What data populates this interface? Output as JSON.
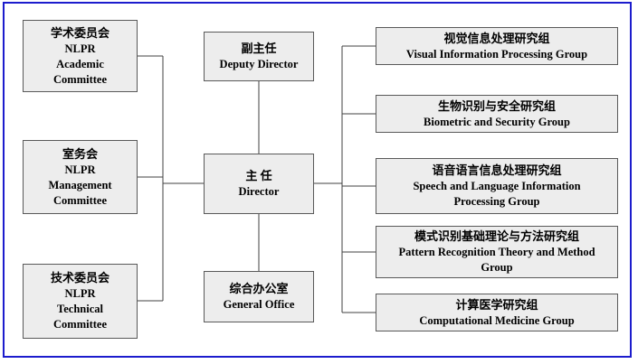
{
  "colors": {
    "frame_border": "#1c1ccd",
    "box_bg": "#ededed",
    "box_border": "#595959",
    "wire": "#404040"
  },
  "boxes": {
    "academic": {
      "lines": [
        "学术委员会",
        "NLPR",
        "Academic",
        "Committee"
      ]
    },
    "management": {
      "lines": [
        "室务会",
        "NLPR",
        "Management",
        "Committee"
      ]
    },
    "technical": {
      "lines": [
        "技术委员会",
        "NLPR",
        "Technical",
        "Committee"
      ]
    },
    "deputy_director": {
      "lines": [
        "副主任",
        "Deputy Director"
      ]
    },
    "director": {
      "lines": [
        "主  任",
        "Director"
      ]
    },
    "general_office": {
      "lines": [
        "综合办公室",
        "General Office"
      ]
    },
    "visual": {
      "lines": [
        "视觉信息处理研究组",
        "Visual Information Processing Group"
      ]
    },
    "biometric": {
      "lines": [
        "生物识别与安全研究组",
        "Biometric and Security Group"
      ]
    },
    "speech": {
      "lines": [
        "语音语言信息处理研究组",
        "Speech and Language Information",
        "Processing Group"
      ]
    },
    "pattern": {
      "lines": [
        "模式识别基础理论与方法研究组",
        "Pattern Recognition Theory and Method",
        "Group"
      ]
    },
    "medicine": {
      "lines": [
        "计算医学研究组",
        "Computational Medicine Group"
      ]
    }
  }
}
